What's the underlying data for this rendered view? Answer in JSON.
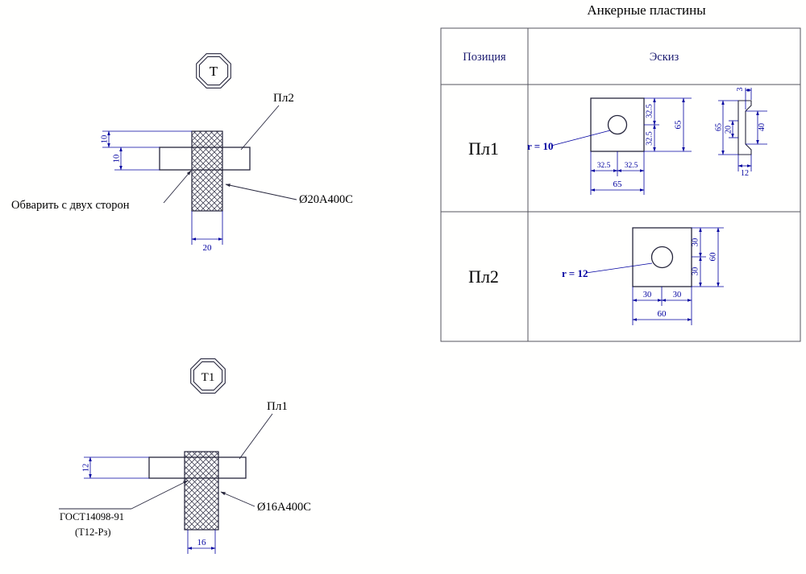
{
  "page": {
    "title": "Анкерные пластины"
  },
  "colors": {
    "geometry": "#26263c",
    "dimension": "#0000a0",
    "table_border": "#55555f",
    "header_text": "#1b1b70",
    "label_text": "#000000",
    "background": "#fffffe"
  },
  "table": {
    "headers": {
      "position": "Позиция",
      "sketch": "Эскиз"
    },
    "rows": [
      {
        "position": "Пл1",
        "radius_label": "r = 10",
        "front": {
          "right_a": "32.5",
          "right_b": "32.5",
          "right_total": "65",
          "bottom_a": "32.5",
          "bottom_b": "32.5",
          "bottom_total": "65"
        },
        "side": {
          "top": "3",
          "height": "65",
          "inner": "20",
          "span": "40",
          "thickness": "12"
        }
      },
      {
        "position": "Пл2",
        "radius_label": "r = 12",
        "front": {
          "right_a": "30",
          "right_b": "30",
          "right_total": "60",
          "bottom_a": "30",
          "bottom_b": "30",
          "bottom_total": "60"
        }
      }
    ]
  },
  "detail_t": {
    "marker": "Т",
    "plate_label": "Пл2",
    "weld_note": "Обварить с двух сторон",
    "bar_spec": "Ø20А400С",
    "dim_offset": "10",
    "dim_thickness": "10",
    "dim_bar": "20"
  },
  "detail_t1": {
    "marker": "Т1",
    "plate_label": "Пл1",
    "gost": "ГОСТ14098-91",
    "gost_sub": "(Т12-Рз)",
    "bar_spec": "Ø16А400С",
    "dim_thickness": "12",
    "dim_bar": "16"
  }
}
